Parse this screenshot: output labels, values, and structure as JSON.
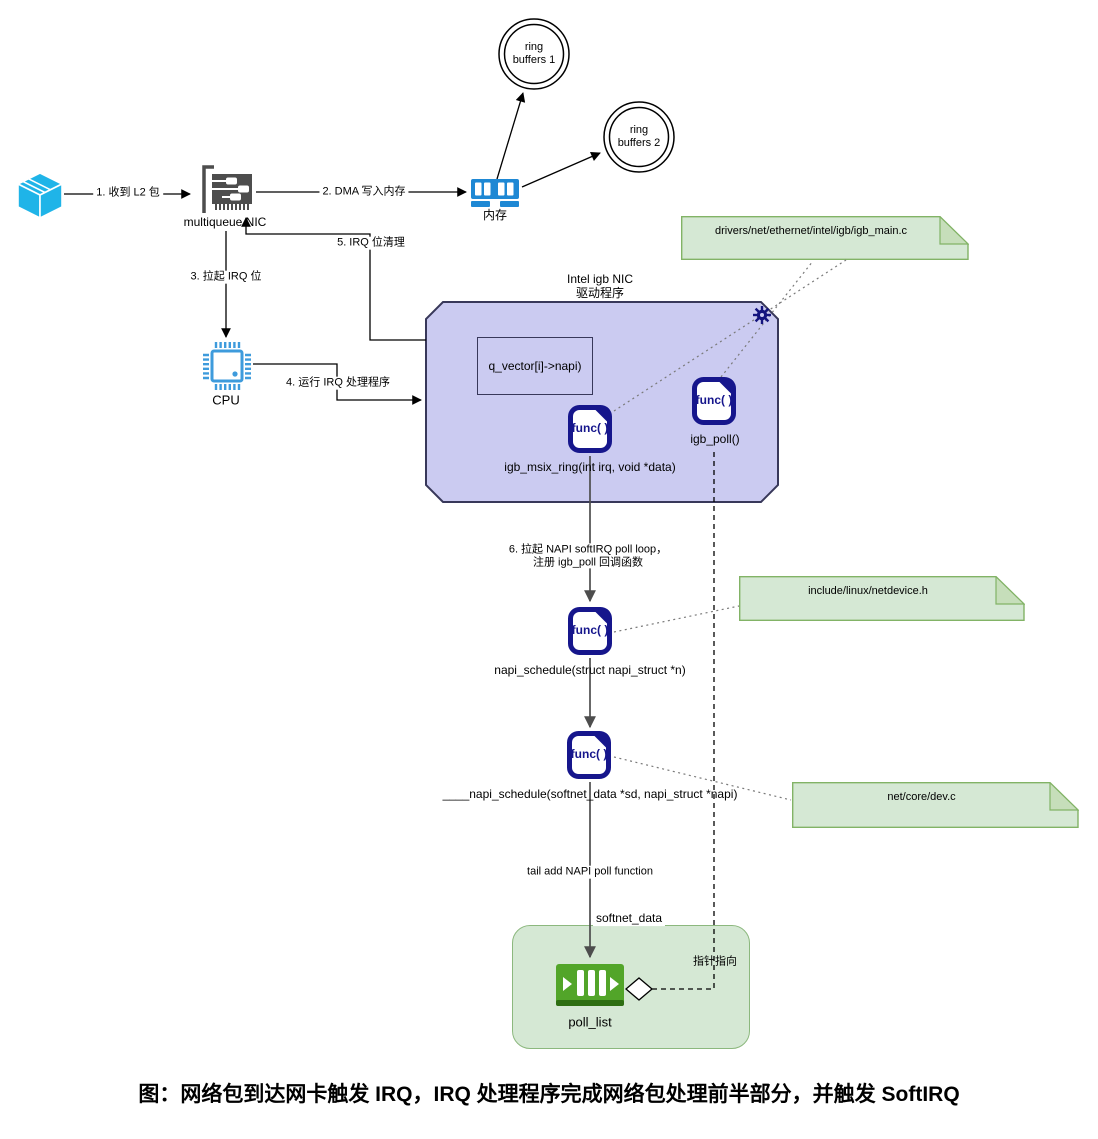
{
  "colors": {
    "packet_cyan": "#1FB4E8",
    "ram_blue": "#1E88D4",
    "cpu_blue": "#3E9BDC",
    "nic_gray": "#4D4D4D",
    "func_navy": "#16168C",
    "driver_fill": "#CBCBF1",
    "note_fill": "#D5E8D4",
    "note_stroke": "#82B366",
    "poll_green": "#52A529"
  },
  "nodes": {
    "nic": {
      "label": "multiqueue NIC"
    },
    "memory": {
      "label": "内存"
    },
    "ring1": {
      "line1": "ring",
      "line2": "buffers 1"
    },
    "ring2": {
      "line1": "ring",
      "line2": "buffers 2"
    },
    "cpu": {
      "label": "CPU"
    },
    "driver": {
      "title1": "Intel igb NIC",
      "title2": "驱动程序",
      "qvector": "q_vector[i]->napi)",
      "func_text": "func( )",
      "igb_msix_label": "igb_msix_ring(int irq, void *data)",
      "igb_poll_label": "igb_poll()"
    },
    "napi_schedule_label": "napi_schedule(struct napi_struct *n)",
    "napi_schedule2_label": "____napi_schedule(softnet_data *sd, napi_struct *napi)",
    "softnet": {
      "title": "softnet_data",
      "poll_list": "poll_list",
      "pointer_label": "指针指向"
    }
  },
  "edges": {
    "e1": "1. 收到 L2 包",
    "e2": "2. DMA 写入内存",
    "e3": "3. 拉起 IRQ 位",
    "e4": "4. 运行 IRQ 处理程序",
    "e5": "5. IRQ 位清理",
    "e6_line1": "6. 拉起 NAPI softIRQ poll loop，",
    "e6_line2": "注册 igb_poll 回调函数",
    "tail_add": "tail add NAPI poll function"
  },
  "notes": {
    "igb_main": "drivers/net/ethernet/intel/igb/igb_main.c",
    "netdevice": "include/linux/netdevice.h",
    "dev_c": "net/core/dev.c"
  },
  "caption": "图：网络包到达网卡触发 IRQ，IRQ 处理程序完成网络包处理前半部分，并触发 SoftIRQ"
}
